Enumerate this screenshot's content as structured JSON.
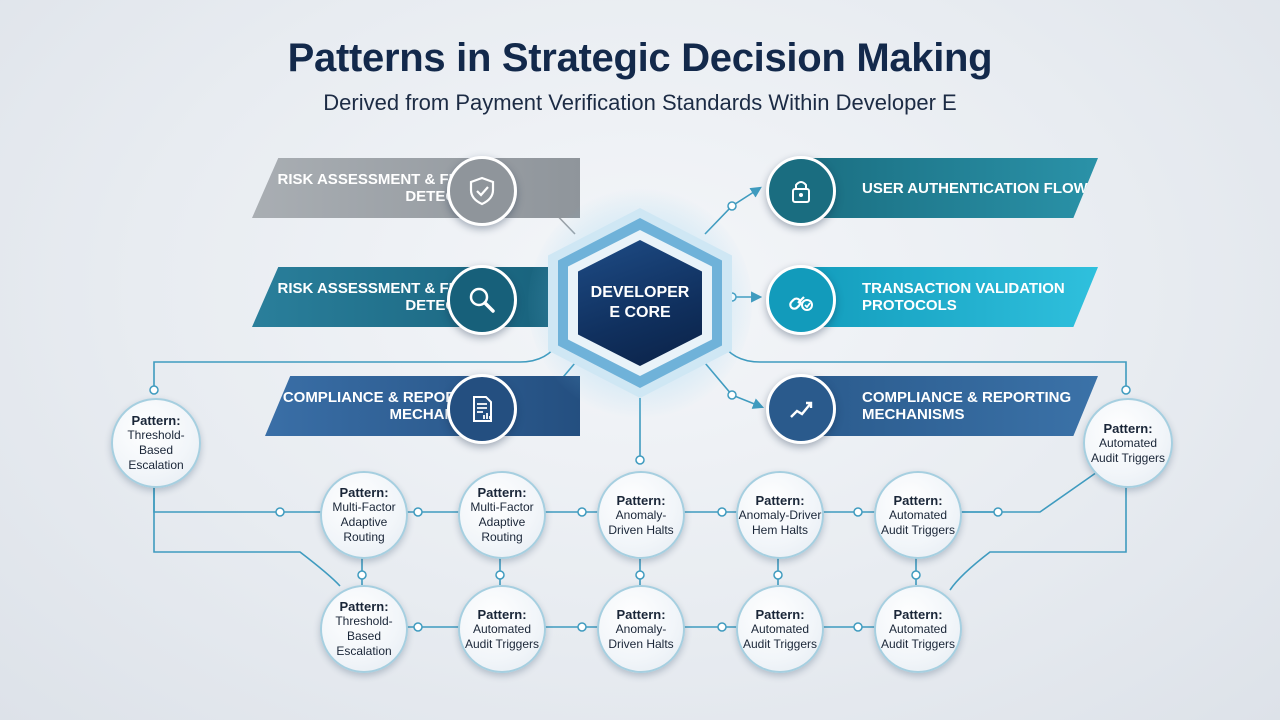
{
  "title": "Patterns in Strategic Decision Making",
  "subtitle": "Derived from Payment Verification Standards Within Developer E",
  "core": {
    "label": "DEVELOPER E CORE"
  },
  "categories": [
    {
      "label": "RISK ASSESSMENT & FRAUD DETECTION",
      "icon": "shield-check-icon",
      "color": "#9aa0a6"
    },
    {
      "label": "RISK ASSESSMENT & FRAUD DETECTION",
      "icon": "magnifier-icon",
      "color": "#1f6f8b"
    },
    {
      "label": "COMPLIANCE & REPORTING MECHANISMS",
      "icon": "report-document-icon",
      "color": "#2a5f95"
    },
    {
      "label": "USER AUTHENTICATION FLOWS",
      "icon": "fingerprint-lock-icon",
      "color": "#1f7f93"
    },
    {
      "label": "TRANSACTION VALIDATION PROTOCOLS",
      "icon": "link-check-icon",
      "color": "#12a3c4"
    },
    {
      "label": "COMPLIANCE & REPORTING MECHANISMS",
      "icon": "trend-chart-icon",
      "color": "#2f5f90"
    }
  ],
  "patterns": {
    "prefix": "Pattern:",
    "left_side": "Threshold-Based Escalation",
    "right_side": "Automated Audit Triggers",
    "row1": [
      "Multi-Factor Adaptive Routing",
      "Multi-Factor Adaptive Routing",
      "Anomaly-Driven Halts",
      "Anomaly-Driver Hem Halts",
      "Automated Audit Triggers"
    ],
    "row2": [
      "Threshold-Based Escalation",
      "Automated Audit Triggers",
      "Anomaly-Driven Halts",
      "Automated Audit Triggers",
      "Automated Audit Triggers"
    ]
  },
  "colors": {
    "title": "#13294b",
    "wire": "#3f9bbf",
    "node_border": "#a6cfe0"
  }
}
